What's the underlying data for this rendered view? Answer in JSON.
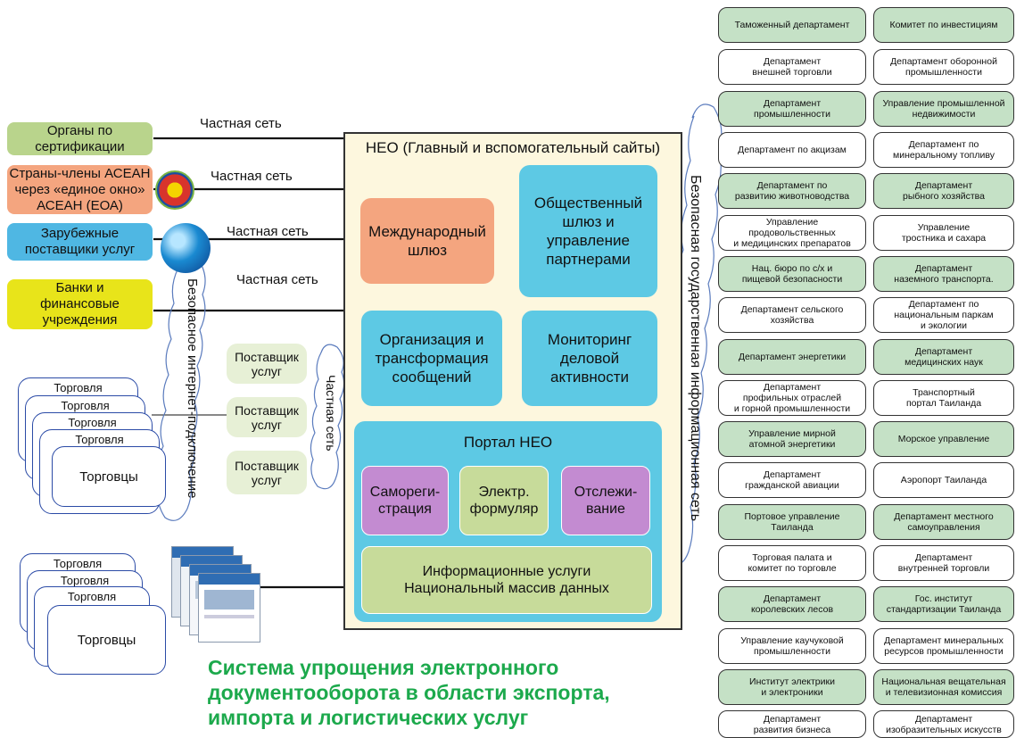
{
  "main": {
    "title": "НЕО (Главный и вспомогательный сайты)",
    "intl_gateway": "Международный\nшлюз",
    "public_gateway": "Общественный\nшлюз и\nуправление\nпартнерами",
    "msg_transform": "Организация и\nтрансформация\nсообщений",
    "monitoring": "Мониторинг\nделовой\nактивности",
    "portal": {
      "title": "Портал НЕО",
      "self_reg": "Самореги-\nстрация",
      "e_form": "Электр.\nформуляр",
      "tracking": "Отслежи-\nвание",
      "info": "Информационные услуги\nНациональный массив данных"
    }
  },
  "external": [
    {
      "label": "Органы по\nсертификации",
      "color": "#b9d48c",
      "network": "Частная сеть"
    },
    {
      "label": "Страны-члены АСЕАН\nчерез «единое окно»\nАСЕАН (ЕОА)",
      "color": "#f4a57f",
      "network": "Частная сеть"
    },
    {
      "label": "Зарубежные\nпоставщики услуг",
      "color": "#4fb7e3",
      "network": "Частная сеть"
    },
    {
      "label": "Банки и\nфинансовые\nучреждения",
      "color": "#e8e41a",
      "network": "Частная сеть"
    }
  ],
  "internet_label": "Безопасное интернет-подключение",
  "private_net_label": "Частная сеть",
  "gov_net_label": "Безопасная государственная информационная сеть",
  "providers": [
    "Поставщик\nуслуг",
    "Поставщик\nуслуг",
    "Поставщик\nуслуг"
  ],
  "trade_label": "Торговля",
  "traders_label": "Торговцы",
  "agencies_left": [
    {
      "label": "Таможенный департамент",
      "green": true
    },
    {
      "label": "Департамент\nвнешней торговли",
      "green": false
    },
    {
      "label": "Департамент\nпромышленности",
      "green": true
    },
    {
      "label": "Департамент по акцизам",
      "green": false
    },
    {
      "label": "Департамент по\nразвитию животноводства",
      "green": true
    },
    {
      "label": "Управление продовольственных\nи медицинских препаратов",
      "green": false
    },
    {
      "label": "Нац. бюро по с/х и\nпищевой безопасности",
      "green": true
    },
    {
      "label": "Департамент сельского\nхозяйства",
      "green": false
    },
    {
      "label": "Департамент энергетики",
      "green": true
    },
    {
      "label": "Департамент\nпрофильных отраслей\nи горной промышленности",
      "green": false
    },
    {
      "label": "Управление мирной\nатомной энергетики",
      "green": true
    },
    {
      "label": "Департамент\nгражданской авиации",
      "green": false
    },
    {
      "label": "Портовое управление\nТаиланда",
      "green": true
    },
    {
      "label": "Торговая палата и\nкомитет по торговле",
      "green": false
    },
    {
      "label": "Департамент\nкоролевских лесов",
      "green": true
    },
    {
      "label": "Управление каучуковой\nпромышленности",
      "green": false
    },
    {
      "label": "Институт электрики\nи электроники",
      "green": true
    },
    {
      "label": "Департамент\nразвития бизнеса",
      "green": false
    }
  ],
  "agencies_right": [
    {
      "label": "Комитет по инвестициям",
      "green": true
    },
    {
      "label": "Департамент оборонной\nпромышленности",
      "green": false
    },
    {
      "label": "Управление промышленной\nнедвижимости",
      "green": true
    },
    {
      "label": "Департамент по\nминеральному топливу",
      "green": false
    },
    {
      "label": "Департамент\nрыбного хозяйства",
      "green": true
    },
    {
      "label": "Управление\nтростника и сахара",
      "green": false
    },
    {
      "label": "Департамент\nназемного транспорта.",
      "green": true
    },
    {
      "label": "Департамент по\nнациональным паркам\nи экологии",
      "green": false
    },
    {
      "label": "Департамент\nмедицинских наук",
      "green": true
    },
    {
      "label": "Транспортный\nпортал Таиланда",
      "green": false
    },
    {
      "label": "Морское управление",
      "green": true
    },
    {
      "label": "Аэропорт Таиланда",
      "green": false
    },
    {
      "label": "Департамент местного\nсамоуправления",
      "green": true
    },
    {
      "label": "Департамент\nвнутренней торговли",
      "green": false
    },
    {
      "label": "Гос. институт\nстандартизации Таиланда",
      "green": true
    },
    {
      "label": "Департамент минеральных\nресурсов промышленности",
      "green": false
    },
    {
      "label": "Национальная вещательная\nи телевизионная комиссия",
      "green": true
    },
    {
      "label": "Департамент\nизобразительных искусств",
      "green": false
    }
  ],
  "caption": "Система упрощения электронного\nдокументооборота в области экспорта,\nимпорта и логистических услуг"
}
